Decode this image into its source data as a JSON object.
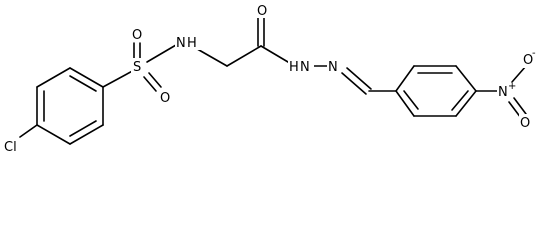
{
  "molecule": {
    "atoms": [
      {
        "id": "cl",
        "label": "Cl",
        "charge": ""
      },
      {
        "id": "s",
        "label": "S",
        "charge": ""
      },
      {
        "id": "o_s_top",
        "label": "O",
        "charge": ""
      },
      {
        "id": "o_s_bottom",
        "label": "O",
        "charge": ""
      },
      {
        "id": "nh1",
        "label": "N",
        "charge": ""
      },
      {
        "id": "h1",
        "label": "H",
        "charge": ""
      },
      {
        "id": "o_carbonyl",
        "label": "O",
        "charge": ""
      },
      {
        "id": "nh2",
        "label": "N",
        "charge": ""
      },
      {
        "id": "h2",
        "label": "H",
        "charge": ""
      },
      {
        "id": "n3",
        "label": "N",
        "charge": ""
      },
      {
        "id": "n_nitro",
        "label": "N",
        "charge": "+"
      },
      {
        "id": "o_nitro_top",
        "label": "O",
        "charge": "-"
      },
      {
        "id": "o_nitro_bottom",
        "label": "O",
        "charge": ""
      }
    ]
  }
}
